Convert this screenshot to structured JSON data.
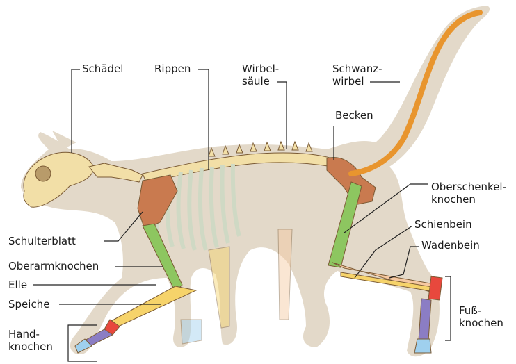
{
  "labels": {
    "schaedel": "Schädel",
    "rippen": "Rippen",
    "wirbelsaeule": [
      "Wirbel-",
      "säule"
    ],
    "schwanzwirbel": [
      "Schwanz-",
      "wirbel"
    ],
    "becken": "Becken",
    "oberschenkelknochen": [
      "Oberschenkel-",
      "knochen"
    ],
    "schienbein": "Schienbein",
    "wadenbein": "Wadenbein",
    "fussknochen": [
      "Fuß-",
      "knochen"
    ],
    "schulterblatt": "Schulterblatt",
    "oberarmknochen": "Oberarmknochen",
    "elle": "Elle",
    "speiche": "Speiche",
    "handknochen": [
      "Hand-",
      "knochen"
    ]
  },
  "colors": {
    "silhouette": "#e3d9c9",
    "bone_cream": "#f2dfa7",
    "scapula": "#c97a4f",
    "pelvis": "#c97a4f",
    "tail": "#e8952e",
    "femur_humerus": "#8dc660",
    "tibia": "#f6c8a0",
    "fibula": "#f6d36a",
    "ulna_radius": "#f6d36a",
    "ankle": "#e8483d",
    "metatarsals": "#8b7dc4",
    "toes": "#9fd0ee"
  }
}
